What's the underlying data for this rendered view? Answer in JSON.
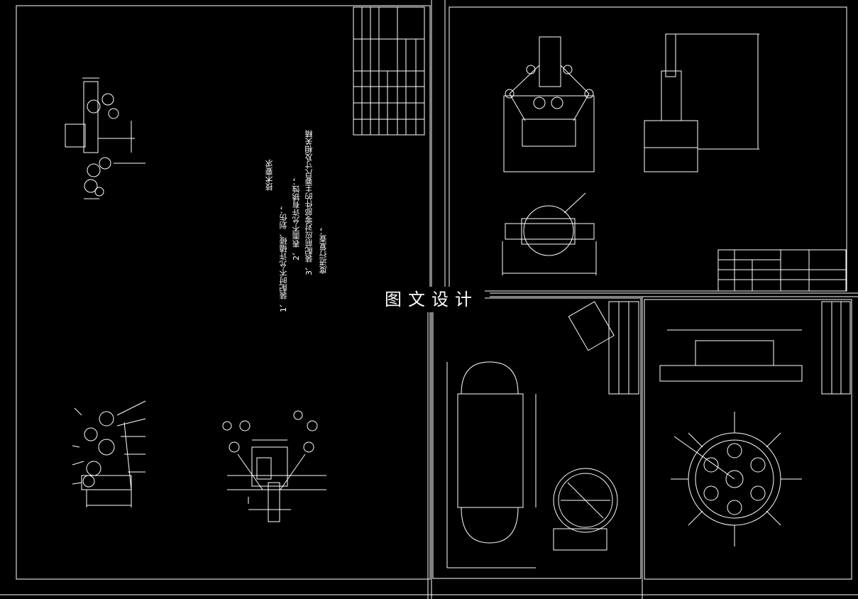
{
  "banner": {
    "text": "图文设计"
  },
  "tech_requirements": {
    "title": "技术要求",
    "lines": [
      "1、装配时不允许磕碰、划伤；",
      "2、表面不允许有锈蚀；",
      "3、装配前应对零部件的主要尺寸及相关精",
      "度进行复查；"
    ]
  },
  "colors": {
    "background": "#000000",
    "line": "#ffffff"
  }
}
